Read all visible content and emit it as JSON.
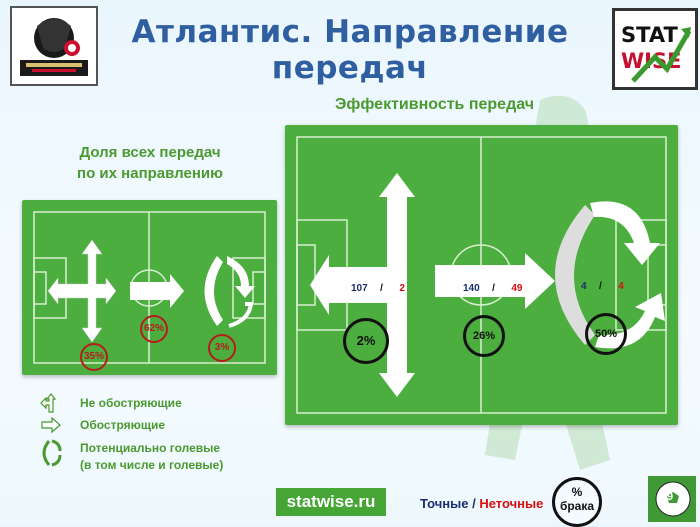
{
  "title": "Атлантис. Направление передач",
  "logo_left": {
    "icon": "league-logo-icon"
  },
  "logo_right": {
    "line1": "STAT",
    "line2": "WISE",
    "icon": "statwise-logo-icon"
  },
  "left_panel": {
    "heading_line1": "Доля всех передач",
    "heading_line2": "по их направлению",
    "non_dangerous_pct": "35%",
    "dangerous_pct": "62%",
    "potential_goal_pct": "3%"
  },
  "right_panel": {
    "heading": "Эффективность передач",
    "non_dangerous": {
      "accurate": "107",
      "sep": "/",
      "inaccurate": "2",
      "fail_pct": "2%"
    },
    "dangerous": {
      "accurate": "140",
      "sep": "/",
      "inaccurate": "49",
      "fail_pct": "26%"
    },
    "potential_goal": {
      "accurate": "4",
      "sep": "/",
      "inaccurate": "4",
      "fail_pct": "50%"
    }
  },
  "legend": [
    {
      "icon": "t-arrow-icon",
      "label": "Не обостряющие"
    },
    {
      "icon": "right-arrow-icon",
      "label": "Обостряющие"
    },
    {
      "icon": "circular-arrow-icon",
      "label": "Потенциально голевые"
    },
    {
      "icon": "",
      "label": "(в том числе и голевые)"
    }
  ],
  "footer": {
    "site": "statwise.ru",
    "accurate": "Точные",
    "slash": "/",
    "inaccurate": "Неточные",
    "fail_line1": "%",
    "fail_line2": "брака",
    "page_number": "9"
  },
  "colors": {
    "field": "#4cae3f",
    "title": "#2f5fa0",
    "heading": "#4a9a30",
    "red": "#d41010",
    "navy": "#1a2e6e"
  }
}
